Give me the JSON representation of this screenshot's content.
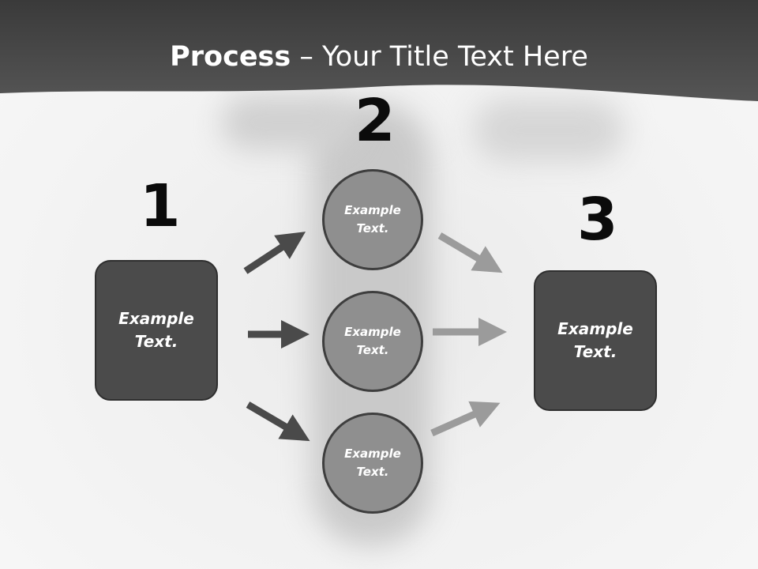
{
  "slide": {
    "title_bold": "Process",
    "title_rest": " – Your Title Text Here",
    "steps": [
      "1",
      "2",
      "3"
    ],
    "left_box_text": "Example\nText.",
    "right_box_text": "Example\nText.",
    "circles": [
      {
        "text": "Example\nText."
      },
      {
        "text": "Example\nText."
      },
      {
        "text": "Example\nText."
      }
    ]
  },
  "colors": {
    "header": "#4a4a4a",
    "box_fill": "#4b4b4b",
    "circle_fill": "#8f8f8f",
    "dark_arrow": "#4a4a4a",
    "light_arrow": "#9b9b9b"
  }
}
